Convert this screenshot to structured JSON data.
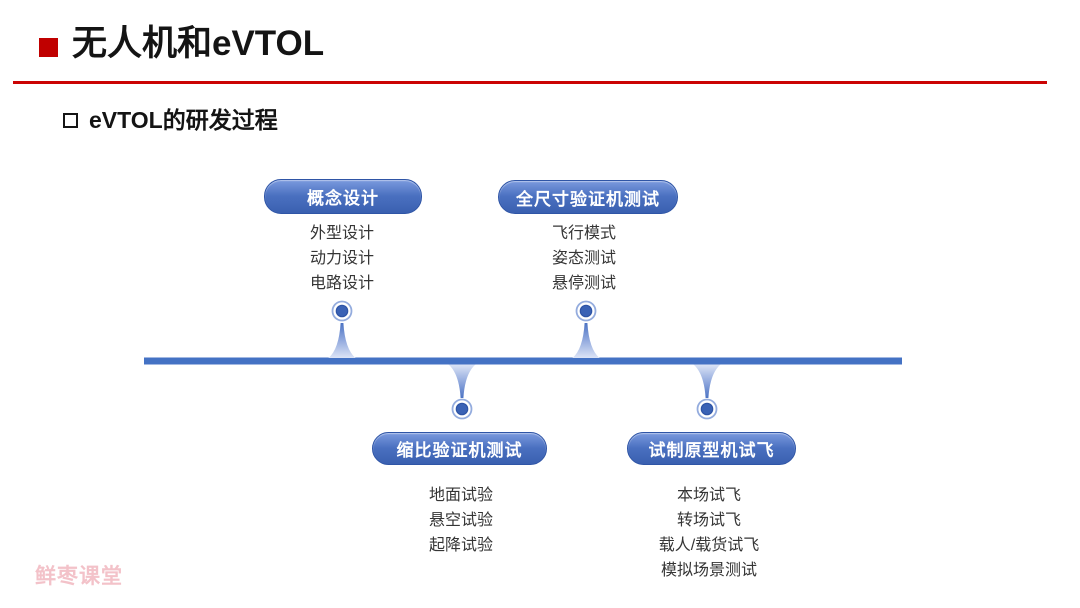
{
  "header": {
    "title": "无人机和eVTOL",
    "subtitle": "eVTOL的研发过程"
  },
  "timeline": {
    "stages": [
      {
        "label": "概念设计",
        "side": "above",
        "items": [
          "外型设计",
          "动力设计",
          "电路设计"
        ]
      },
      {
        "label": "全尺寸验证机测试",
        "side": "above",
        "items": [
          "飞行模式",
          "姿态测试",
          "悬停测试"
        ]
      },
      {
        "label": "缩比验证机测试",
        "side": "below",
        "items": [
          "地面试验",
          "悬空试验",
          "起降试验"
        ]
      },
      {
        "label": "试制原型机试飞",
        "side": "below",
        "items": [
          "本场试飞",
          "转场试飞",
          "载人/载货试飞",
          "模拟场景测试"
        ]
      }
    ]
  },
  "footer": {
    "watermark": "鲜枣课堂"
  },
  "colors": {
    "accent_red": "#C00000",
    "timeline_blue": "#4472C4",
    "badge_blue_top": "#7B9ADE",
    "badge_blue_bottom": "#3A60B0",
    "node_dot_blue": "#3A62B5",
    "node_ring_blue": "#94ACDE",
    "watermark_pink": "#F3C2C9"
  }
}
